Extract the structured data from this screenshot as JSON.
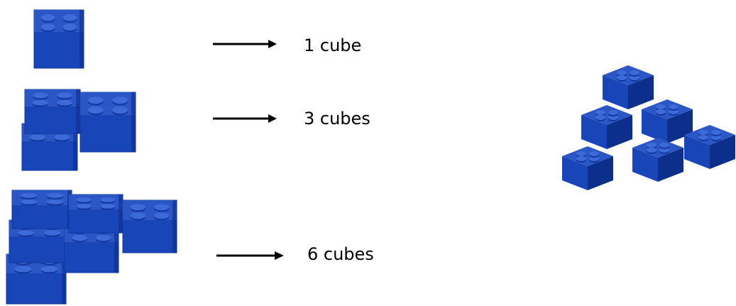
{
  "rows": [
    {
      "label": "1 cube"
    },
    {
      "label": "3 cubes"
    },
    {
      "label": "6 cubes"
    }
  ],
  "colors": {
    "brick_top": "#2a56c6",
    "brick_front": "#1845b8",
    "brick_side": "#0d2f8c",
    "stud_top": "#3c6ad8",
    "stud_rim": "#12379c",
    "arrow": "#000000",
    "text": "#000000"
  }
}
